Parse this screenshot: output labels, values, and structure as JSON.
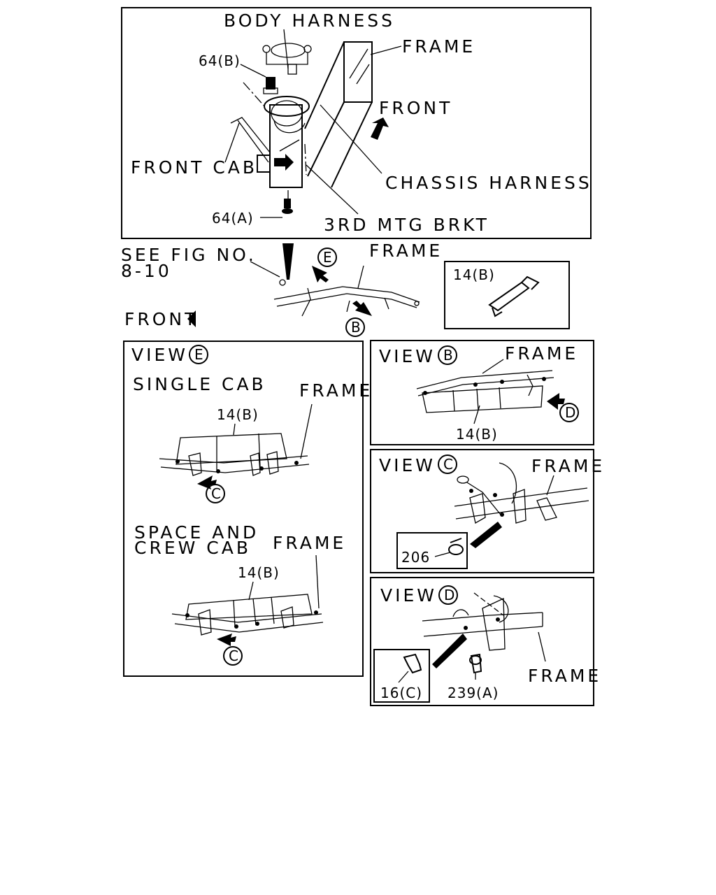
{
  "top_panel": {
    "body_harness": "BODY HARNESS",
    "frame": "FRAME",
    "part_64b": "64(B)",
    "front": "FRONT",
    "front_cab": "FRONT CAB",
    "chassis_harness": "CHASSIS HARNESS",
    "part_64a": "64(A)",
    "third_mtg_brkt": "3RD MTG BRKT"
  },
  "overview": {
    "see_fig_line1": "SEE FIG NO.",
    "see_fig_line2": "8-10",
    "frame": "FRAME",
    "front": "FRONT",
    "marker_e": "E",
    "marker_b": "B"
  },
  "inset_14b": {
    "part": "14(B)"
  },
  "view_e": {
    "title": "VIEW",
    "marker": "E",
    "single_cab": "SINGLE CAB",
    "frame_1": "FRAME",
    "part_1": "14(B)",
    "marker_c_1": "C",
    "space_line1": "SPACE AND",
    "space_line2": "CREW CAB",
    "frame_2": "FRAME",
    "part_2": "14(B)",
    "marker_c_2": "C"
  },
  "view_b": {
    "title": "VIEW",
    "marker": "B",
    "frame": "FRAME",
    "part": "14(B)",
    "marker_d": "D"
  },
  "view_c": {
    "title": "VIEW",
    "marker": "C",
    "frame": "FRAME",
    "part": "206"
  },
  "view_d": {
    "title": "VIEW",
    "marker": "D",
    "frame": "FRAME",
    "part_16c": "16(C)",
    "part_239a": "239(A)"
  }
}
